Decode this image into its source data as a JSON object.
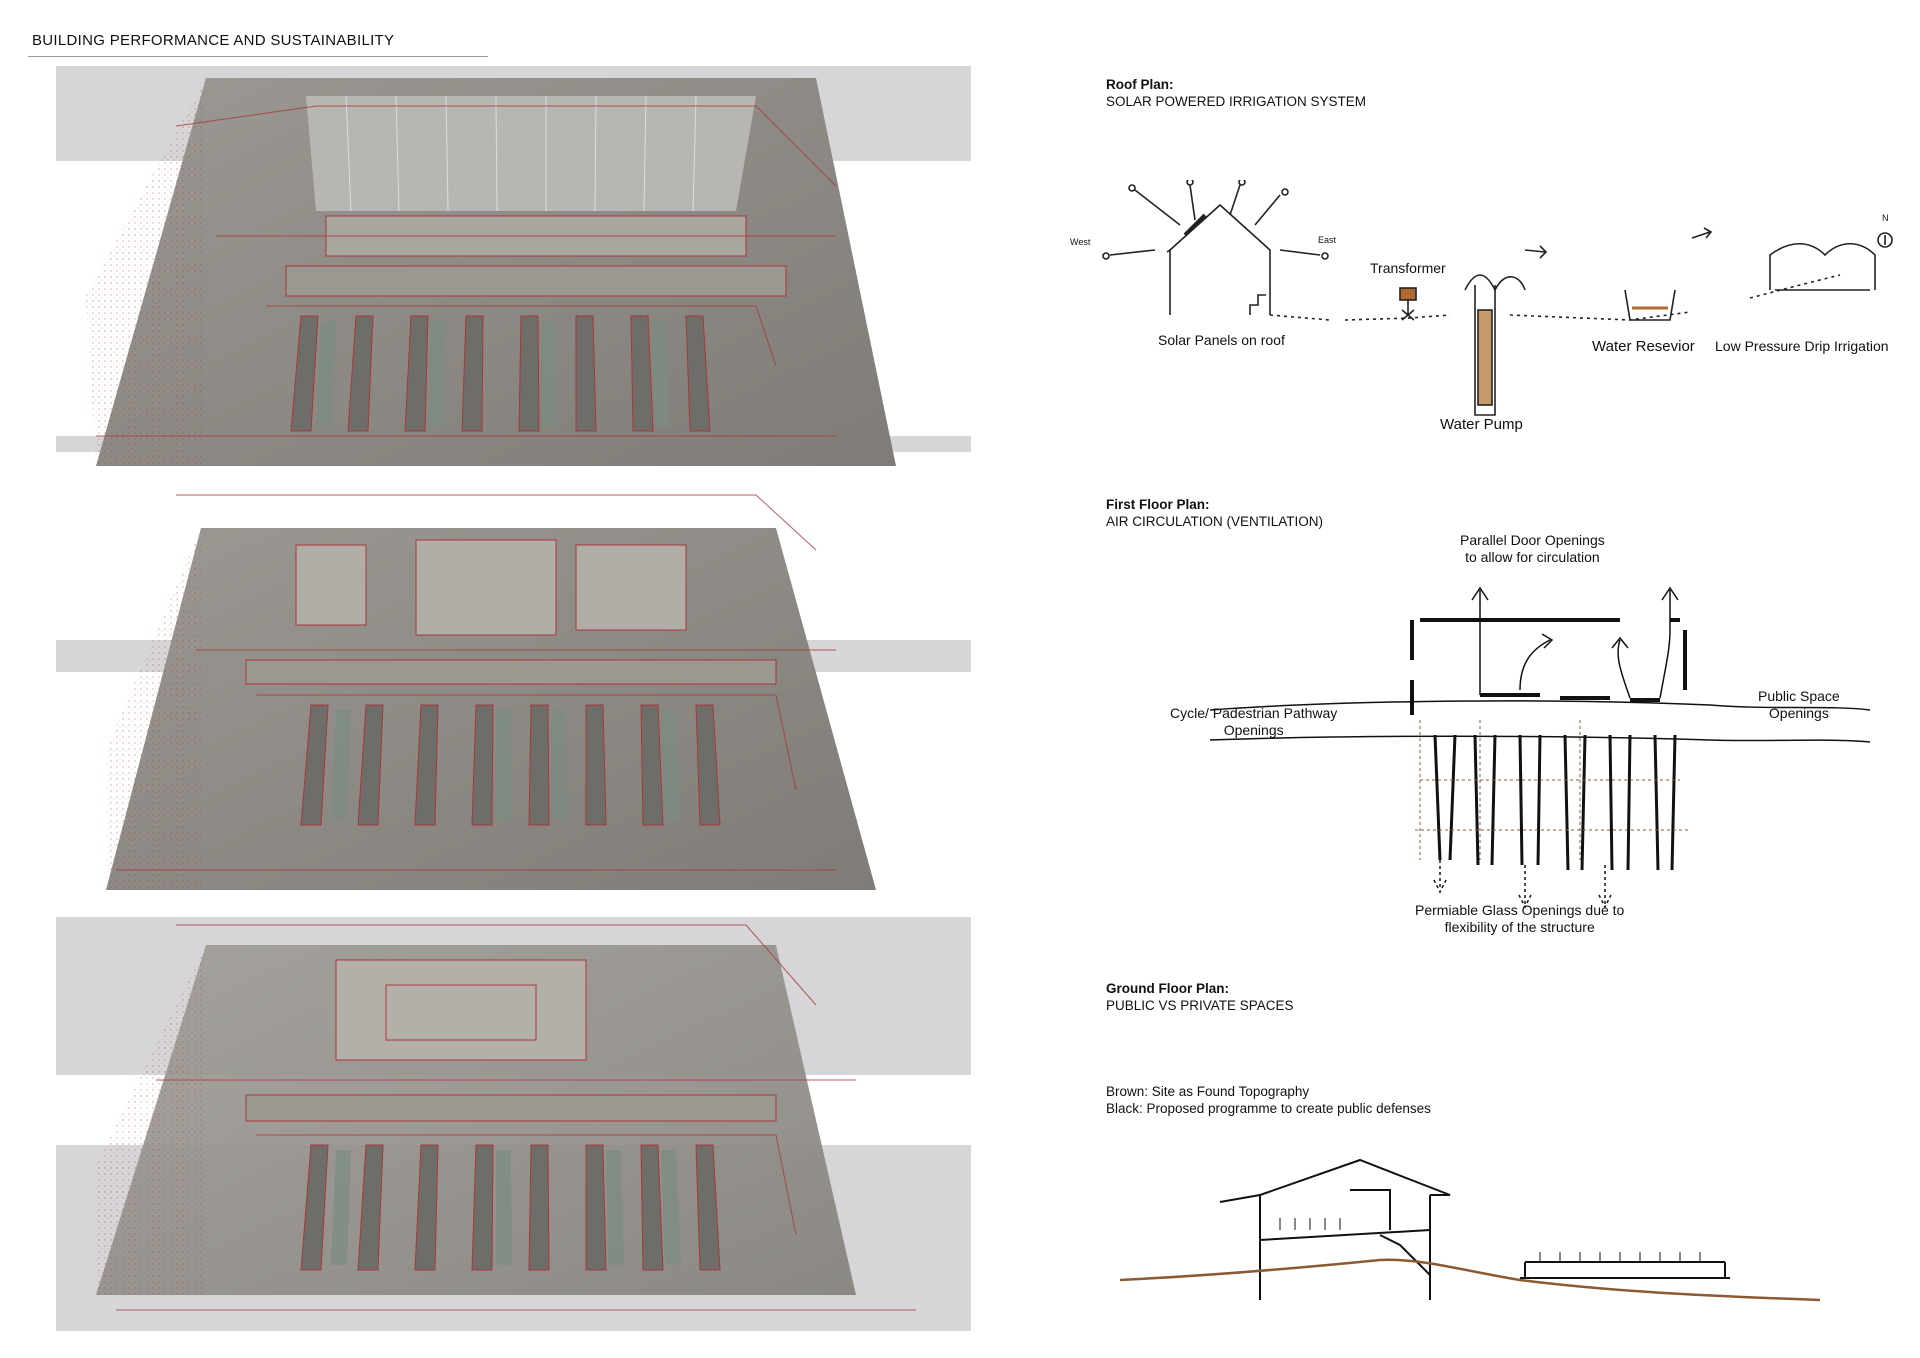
{
  "page": {
    "title": "BUILDING PERFORMANCE AND SUSTAINABILITY"
  },
  "roof": {
    "heading": "Roof Plan:",
    "subheading": "SOLAR POWERED IRRIGATION SYSTEM",
    "labels": {
      "west": "West",
      "east": "East",
      "transformer": "Transformer",
      "solar": "Solar Panels on roof",
      "pump": "Water Pump",
      "reservoir": "Water Resevior",
      "drip": "Low Pressure Drip Irrigation",
      "north": "N"
    }
  },
  "first": {
    "heading": "First Floor Plan:",
    "subheading": "AIR CIRCULATION (VENTILATION)",
    "labels": {
      "parallel": "Parallel Door Openings\nto allow for circulation",
      "cycle": "Cycle/ Padestrian Pathway\nOpenings",
      "public": "Public Space\nOpenings",
      "glass": "Permiable Glass Openings due to\nflexibility of the structure"
    }
  },
  "ground": {
    "heading": "Ground Floor Plan:",
    "subheading": "PUBLIC VS PRIVATE SPACES",
    "legend_brown": "Brown: Site as Found Topography",
    "legend_black": "Black: Proposed programme to create public defenses"
  },
  "colors": {
    "sketch_red": "#a8383a",
    "model_grey": "#8e8b86",
    "band_grey": "#d6d6d8",
    "earth_brown": "#8a5a34"
  }
}
